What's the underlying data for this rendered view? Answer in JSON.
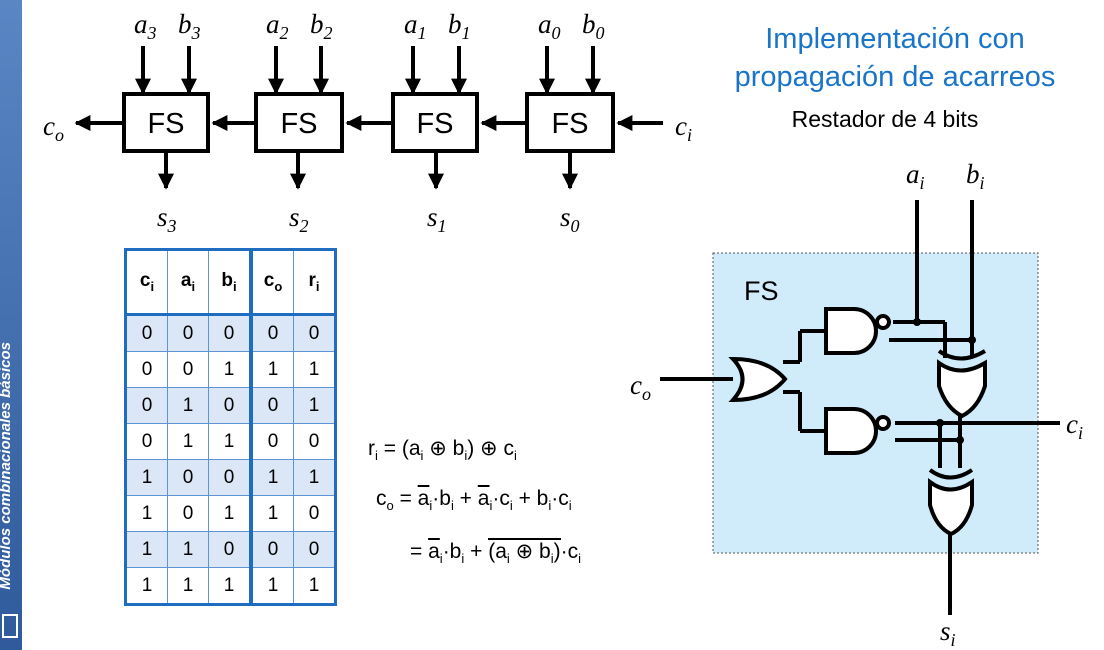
{
  "sidebar": {
    "text": "Módulos combinacionales básicos"
  },
  "title": {
    "line1": "Implementación con",
    "line2": "propagación de acarreos"
  },
  "subtitle": "Restador de 4 bits",
  "chain": {
    "block_label": "FS",
    "inputs": [
      {
        "a": "a",
        "a_sub": "3",
        "b": "b",
        "b_sub": "3"
      },
      {
        "a": "a",
        "a_sub": "2",
        "b": "b",
        "b_sub": "2"
      },
      {
        "a": "a",
        "a_sub": "1",
        "b": "b",
        "b_sub": "1"
      },
      {
        "a": "a",
        "a_sub": "0",
        "b": "b",
        "b_sub": "0"
      }
    ],
    "outputs": [
      {
        "s": "s",
        "sub": "3"
      },
      {
        "s": "s",
        "sub": "2"
      },
      {
        "s": "s",
        "sub": "1"
      },
      {
        "s": "s",
        "sub": "0"
      }
    ],
    "carry_out": {
      "name": "c",
      "sub": "o"
    },
    "carry_in": {
      "name": "c",
      "sub": "i"
    }
  },
  "table": {
    "headers": [
      {
        "name": "c",
        "sub": "i"
      },
      {
        "name": "a",
        "sub": "i"
      },
      {
        "name": "b",
        "sub": "i"
      },
      {
        "name": "c",
        "sub": "o"
      },
      {
        "name": "r",
        "sub": "i"
      }
    ],
    "rows": [
      [
        "0",
        "0",
        "0",
        "0",
        "0"
      ],
      [
        "0",
        "0",
        "1",
        "1",
        "1"
      ],
      [
        "0",
        "1",
        "0",
        "0",
        "1"
      ],
      [
        "0",
        "1",
        "1",
        "0",
        "0"
      ],
      [
        "1",
        "0",
        "0",
        "1",
        "1"
      ],
      [
        "1",
        "0",
        "1",
        "1",
        "0"
      ],
      [
        "1",
        "1",
        "0",
        "0",
        "0"
      ],
      [
        "1",
        "1",
        "1",
        "1",
        "1"
      ]
    ]
  },
  "equations": {
    "r": {
      "lhs": "r",
      "lhs_sub": "i",
      "eq": " = (a",
      "s1": "i",
      "xor": " ⊕ b",
      "s2": "i",
      "close": ") ⊕ c",
      "s3": "i"
    },
    "co1": {
      "lhs": "c",
      "lhs_sub": "o",
      "eq": " = ",
      "t1": "a",
      "t1s": "i",
      "t2": "·b",
      "t2s": "i",
      "t3": " + ",
      "t4": "a",
      "t4s": "i",
      "t5": "·c",
      "t5s": "i",
      "t6": " + b",
      "t6s": "i",
      "t7": "·c",
      "t7s": "i"
    },
    "co2": {
      "eq": "= ",
      "t1": "a",
      "t1s": "i",
      "t2": "·b",
      "t2s": "i",
      "t3": " + ",
      "t4": "(a",
      "t4s": "i",
      "t5": " ⊕ b",
      "t5s": "i",
      "t6": ")",
      "t7": "·c",
      "t7s": "i"
    }
  },
  "circuit": {
    "block_label": "FS",
    "in_a": {
      "name": "a",
      "sub": "i"
    },
    "in_b": {
      "name": "b",
      "sub": "i"
    },
    "carry_out": {
      "name": "c",
      "sub": "o"
    },
    "carry_in": {
      "name": "c",
      "sub": "i"
    },
    "output": {
      "name": "s",
      "sub": "i"
    }
  },
  "colors": {
    "accent": "#1a75c9",
    "table_border": "#1e6dc0",
    "table_fill": "#dbe7f6",
    "circuit_fill": "#d0ebfa",
    "sidebar": "#3d68aa"
  }
}
